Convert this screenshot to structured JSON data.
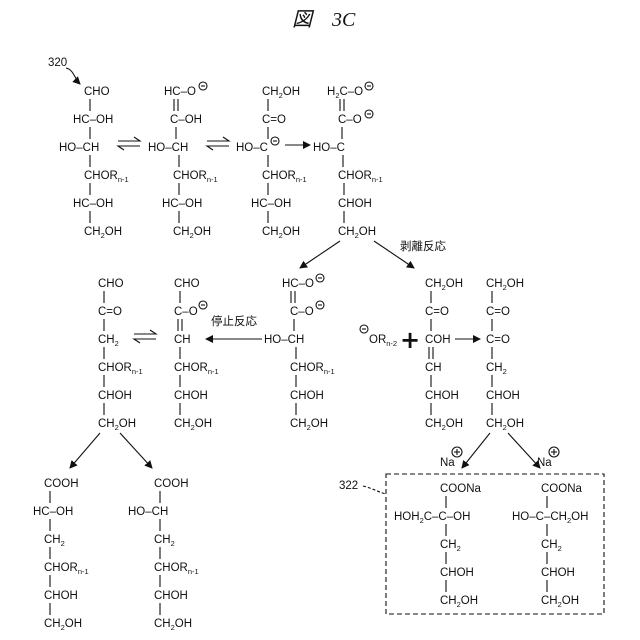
{
  "figure": {
    "title": "図　3C",
    "ref_start": "320",
    "ref_box": "322"
  },
  "labels": {
    "peeling": "剥離反応",
    "stopping": "停止反応",
    "na": "Na",
    "plus_sign": "+"
  },
  "structures": {
    "s1": [
      "CHO",
      "HC–OH",
      "HO–CH",
      "CHORn-1",
      "HC–OH",
      "CH2OH"
    ],
    "s2": [
      "HC–O⊖",
      "C–OH",
      "HO–CH",
      "CHORn-1",
      "HC–OH",
      "CH2OH"
    ],
    "s3": [
      "CH2OH",
      "C=O",
      "HO–C⊖",
      "CHORn-1",
      "HC–OH",
      "CH2OH"
    ],
    "s4": [
      "H2C–O⊖",
      "C–O⊖",
      "HO–C",
      "CHORn-1",
      "CHOH",
      "CH2OH"
    ],
    "s5": [
      "HC–O⊖",
      "C–O⊖",
      "HO–CH",
      "CHORn-1",
      "CHOH",
      "CH2OH"
    ],
    "s6": [
      "CHO",
      "C–O⊖",
      "CH",
      "CHORn-1",
      "CHOH",
      "CH2OH"
    ],
    "s7": [
      "CHO",
      "C=O",
      "CH2",
      "CHORn-1",
      "CHOH",
      "CH2OH"
    ],
    "s8": [
      "CH2OH",
      "C=O",
      "COH",
      "CH",
      "CHOH",
      "CH2OH"
    ],
    "s9": [
      "CH2OH",
      "C=O",
      "C=O",
      "CH2",
      "CHOH",
      "CH2OH"
    ],
    "s10": [
      "COOH",
      "HC–OH",
      "CH2",
      "CHORn-1",
      "CHOH",
      "CH2OH"
    ],
    "s11": [
      "COOH",
      "HO–CH",
      "CH2",
      "CHORn-1",
      "CHOH",
      "CH2OH"
    ],
    "s12": [
      "COONa",
      "HOH2C–C–OH",
      "CH2",
      "CHOH",
      "CH2OH"
    ],
    "s13": [
      "COONa",
      "HO–C–CH2OH",
      "CH2",
      "CHOH",
      "CH2OH"
    ],
    "leaving_group": "⊖ORn-2"
  }
}
